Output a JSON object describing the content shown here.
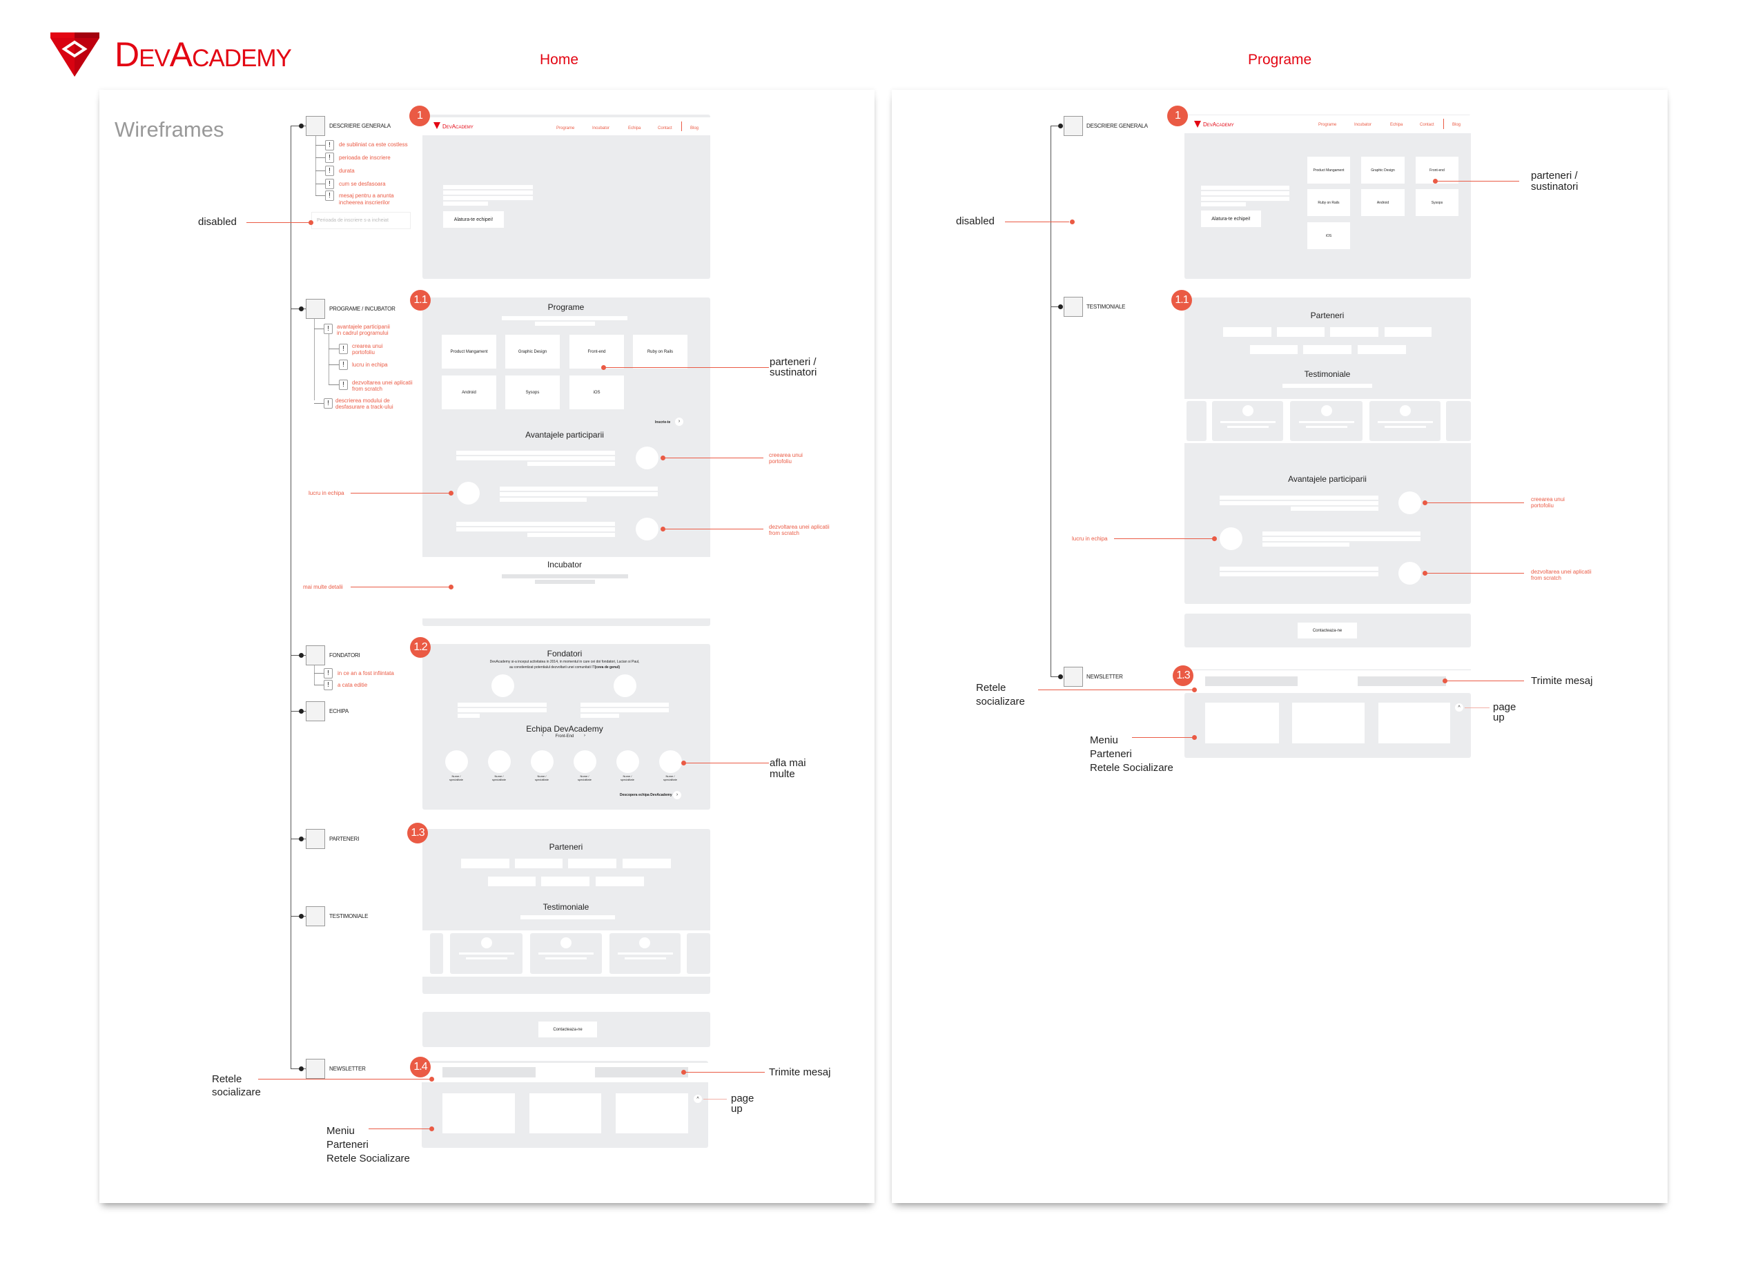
{
  "brand": {
    "name": "DevAcademy",
    "accent": "#ea5a44",
    "logo_red": "#e30613"
  },
  "pages": {
    "home": "Home",
    "programe": "Programe"
  },
  "wireframes_title": "Wireframes",
  "mock_nav": [
    "Programe",
    "Incubator",
    "Echipa",
    "Contact",
    "Blog"
  ],
  "home": {
    "tree": {
      "descriere": {
        "label": "DESCRIERE GENERALA",
        "notes": [
          "de subliniat ca este costless",
          "perioada de inscriere",
          "durata",
          "cum se desfasoara",
          "mesaj pentru a anunta",
          "incheerea inscrierilor"
        ]
      },
      "disabled_input": "Perioada de inscriere s-a incheiat",
      "programe": {
        "label": "PROGRAME / INCUBATOR",
        "notes": [
          "avantajele participanii",
          "in cadrul programului",
          "crearea unui",
          "portofoliu",
          "lucru in echipa",
          "dezvoltarea unei aplicatii",
          "from scratch",
          "descrierea modului de",
          "desfasurare a track-ului"
        ]
      },
      "fondatori": {
        "label": "FONDATORI",
        "notes": [
          "in ce an a fost infiintata",
          "a cata editie"
        ]
      },
      "echipa": "ECHIPA",
      "parteneri": "PARTENERI",
      "testimoniale": "TESTIMONIALE",
      "newsletter": "NEWSLETTER"
    },
    "badges": [
      "1",
      "1.1",
      "1.2",
      "1.3",
      "1.4"
    ],
    "hero_button": "Alatura-te echipei!",
    "programe_title": "Programe",
    "programs": [
      "Product Mangament",
      "Graphic Design",
      "Front-end",
      "Ruby on Rails",
      "Android",
      "Sysops",
      "iOS"
    ],
    "inscrie": "Inscrie-te",
    "avantaje_title": "Avantajele participarii",
    "incubator_title": "Incubator",
    "fondatori_title": "Fondatori",
    "fondatori_text_1": "DevAcademy si-a inceput activitatea in 2014, in momentul in care cei doi fondatori, Lucian si Paul,",
    "fondatori_text_2": "au constientizat potentialul dezvoltarii unei comunitati IT",
    "fondatori_text_bold": "(ceva de genul)",
    "echipa_title": "Echipa DevAcademy",
    "echipa_track": "Front-End",
    "member_label_1": "Nume /",
    "member_label_2": "specialitate",
    "descopera": "Descopera echipa DevAcademy",
    "parteneri_title": "Parteneri",
    "testimoniale_title": "Testimoniale",
    "contact_button": "Contacteaza-ne",
    "annotations": {
      "disabled": "disabled",
      "parteneri": [
        "parteneri /",
        "sustinatori"
      ],
      "creearea": [
        "creearea unui",
        "portofoliu"
      ],
      "lucru": "lucru in echipa",
      "dezvoltarea": [
        "dezvoltarea unei aplicatii",
        "from scratch"
      ],
      "mai_multe": "mai multe detalii",
      "afla": [
        "afla mai",
        "multe"
      ],
      "trimite": "Trimite mesaj",
      "page_up": [
        "page",
        "up"
      ],
      "retele": [
        "Retele",
        "socializare"
      ],
      "meniu": [
        "Meniu",
        "Parteneri",
        "Retele Socializare"
      ]
    }
  },
  "programe_page": {
    "tree": {
      "descriere": "DESCRIERE GENERALA",
      "testimoniale": "TESTIMONIALE",
      "newsletter": "NEWSLETTER"
    },
    "badges": [
      "1",
      "1.1",
      "1.3"
    ],
    "hero_button": "Alatura-te echipei!",
    "programs": [
      "Product Mangament",
      "Graphic Design",
      "Front-end",
      "Ruby on Rails",
      "Android",
      "Sysops",
      "iOS"
    ],
    "parteneri_title": "Parteneri",
    "testimoniale_title": "Testimoniale",
    "avantaje_title": "Avantajele participarii",
    "contact_button": "Contacteaza-ne",
    "annotations": {
      "disabled": "disabled",
      "parteneri": [
        "parteneri /",
        "sustinatori"
      ],
      "creearea": [
        "creearea unui",
        "portofoliu"
      ],
      "lucru": "lucru in echipa",
      "dezvoltarea": [
        "dezvoltarea unei aplicatii",
        "from scratch"
      ],
      "trimite": "Trimite mesaj",
      "page_up": [
        "page",
        "up"
      ],
      "retele": [
        "Retele",
        "socializare"
      ],
      "meniu": [
        "Meniu",
        "Parteneri",
        "Retele Socializare"
      ]
    }
  }
}
